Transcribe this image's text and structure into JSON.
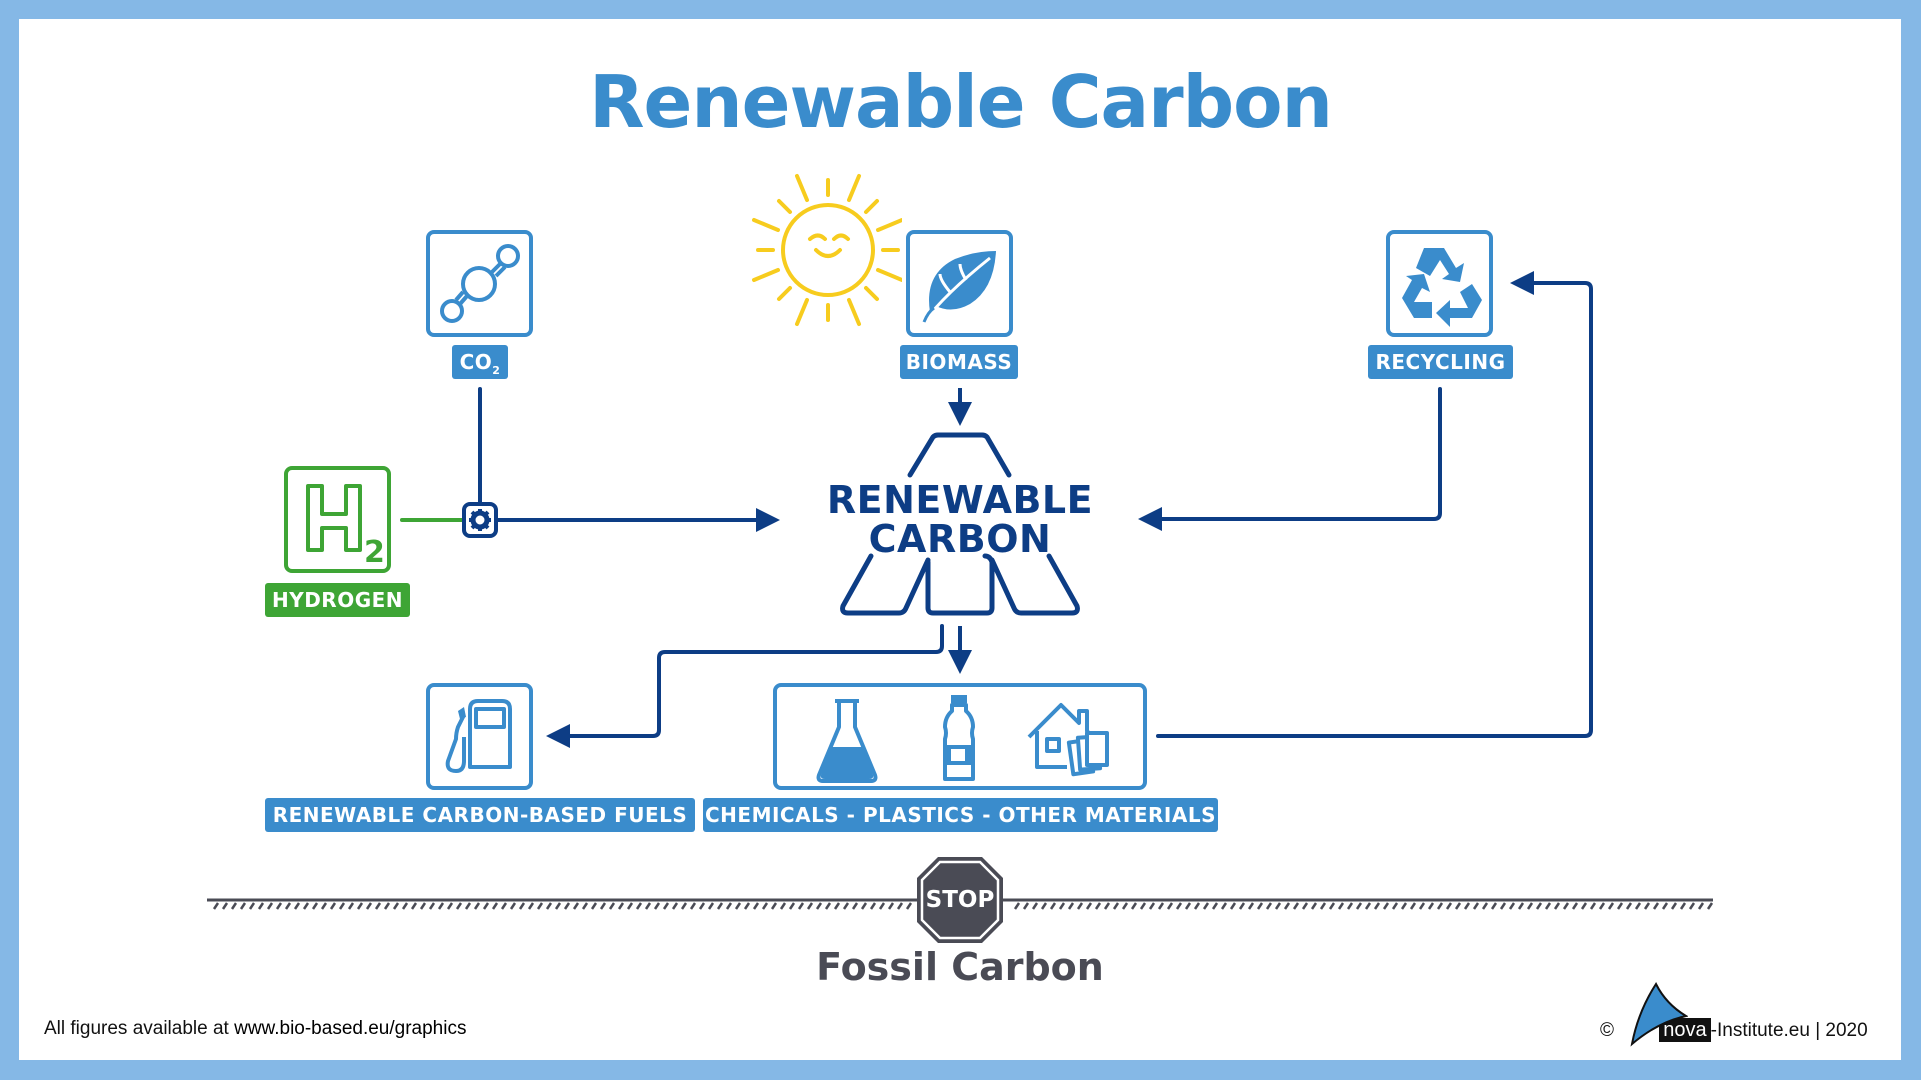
{
  "title": "Renewable Carbon",
  "colors": {
    "frame": "#85b8e6",
    "accent_blue": "#3a8ccc",
    "dark_blue": "#0d3d85",
    "hydrogen_green": "#3ea535",
    "sun_yellow": "#f7cc1e",
    "fossil_gray": "#4a4b55"
  },
  "sources": [
    {
      "id": "co2",
      "label": "CO",
      "subscript": "2",
      "icon": "co2-molecule-icon"
    },
    {
      "id": "biomass",
      "label": "BIOMASS",
      "icon": "leaf-icon"
    },
    {
      "id": "recycling",
      "label": "RECYCLING",
      "icon": "recycle-icon"
    },
    {
      "id": "hydrogen",
      "label": "HYDROGEN",
      "icon": "h2-icon",
      "icon_text": "H",
      "icon_subscript": "2"
    }
  ],
  "center": {
    "line1": "RENEWABLE",
    "line2": "CARBON"
  },
  "outputs": [
    {
      "id": "fuels",
      "label": "RENEWABLE CARBON-BASED FUELS",
      "icon": "fuel-pump-icon"
    },
    {
      "id": "materials",
      "label": "CHEMICALS - PLASTICS - OTHER MATERIALS",
      "icons": [
        "flask-icon",
        "bottle-icon",
        "house-materials-icon"
      ]
    }
  ],
  "stop": {
    "sign_text": "STOP",
    "caption": "Fossil Carbon"
  },
  "footer": {
    "left_prefix": "All figures available at",
    "left_link": "www.bio-based.eu/graphics",
    "copyright": "©",
    "brand": "nova",
    "right_suffix": "-Institute.eu | 2020"
  }
}
